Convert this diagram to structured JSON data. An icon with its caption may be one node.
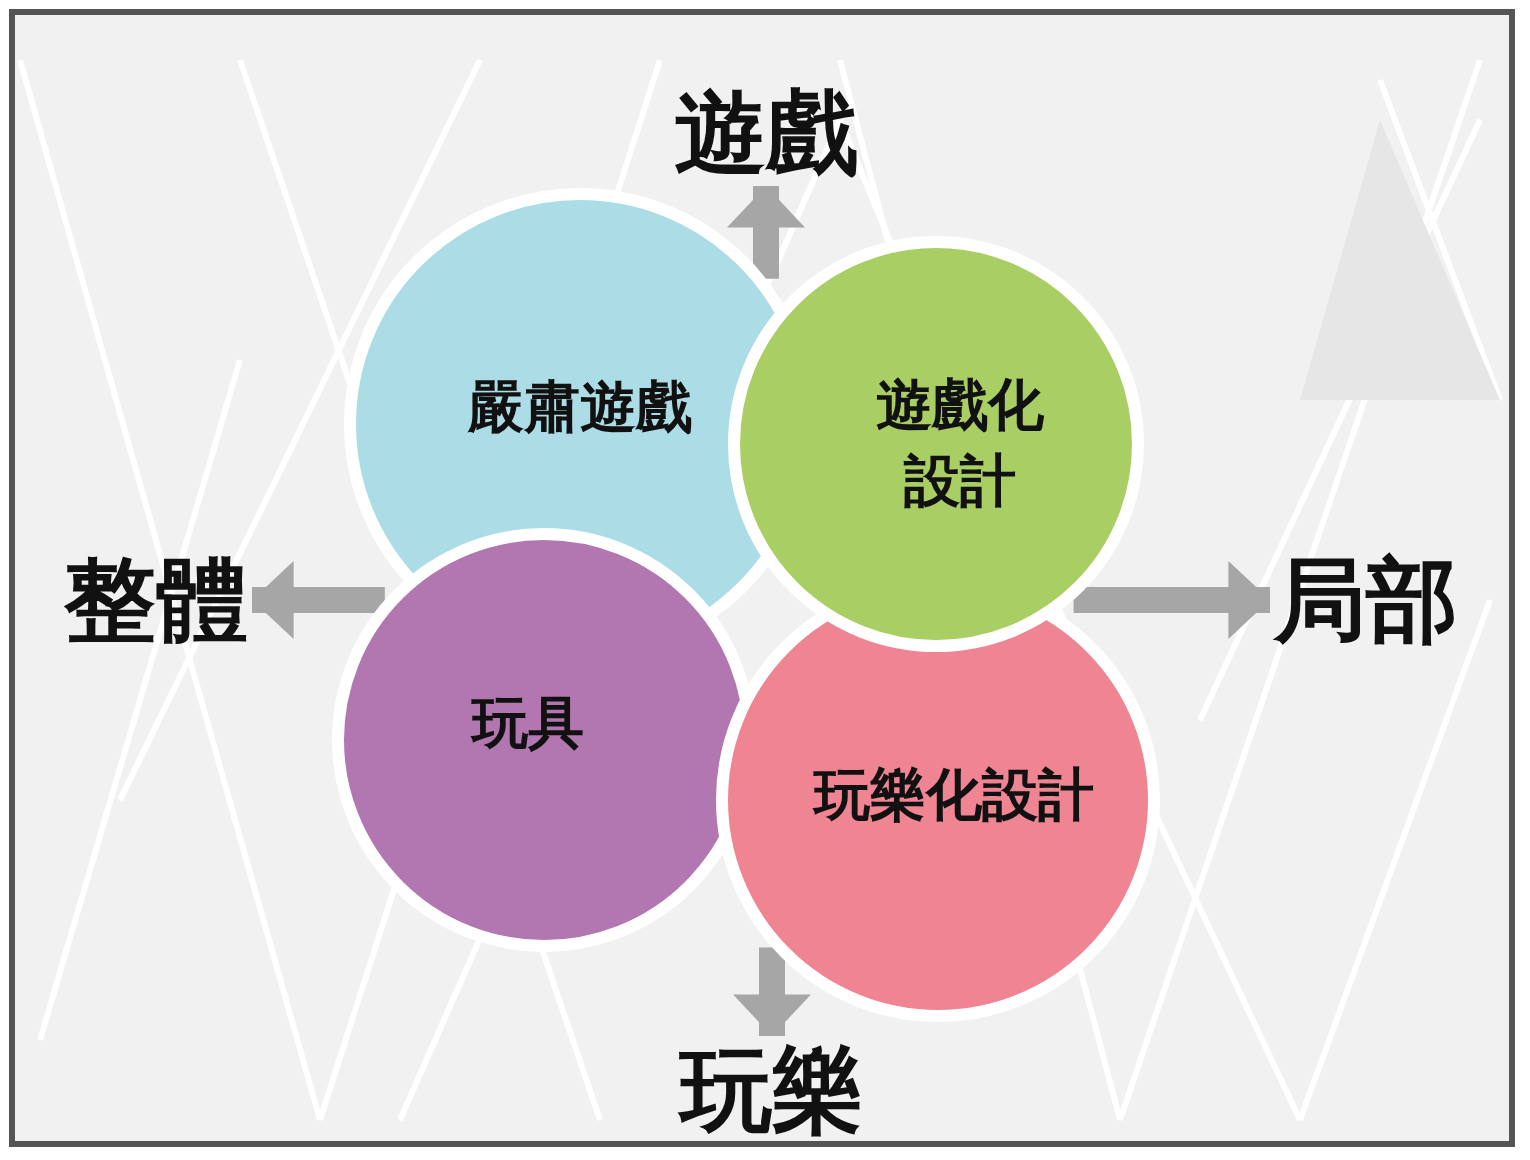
{
  "diagram": {
    "nodes": [
      {
        "text": [
          "嚴肅遊戲"
        ]
      },
      {
        "text": [
          "遊戲化設計"
        ]
      },
      {
        "text": [
          "玩具"
        ]
      },
      {
        "text": [
          "玩樂化設計"
        ]
      },
      {
        "text": [
          "遊戲"
        ]
      },
      {
        "text": [
          "整體"
        ]
      },
      {
        "text": [
          "局部"
        ]
      },
      {
        "text": [
          "玩樂"
        ]
      }
    ],
    "edges": [
      {
        "from": 0,
        "to": 4,
        "arrow": "to"
      },
      {
        "from": 2,
        "to": 5,
        "arrow": "to"
      },
      {
        "from": 1,
        "to": 6,
        "arrow": "to"
      },
      {
        "from": 3,
        "to": 7,
        "arrow": "to"
      }
    ]
  }
}
